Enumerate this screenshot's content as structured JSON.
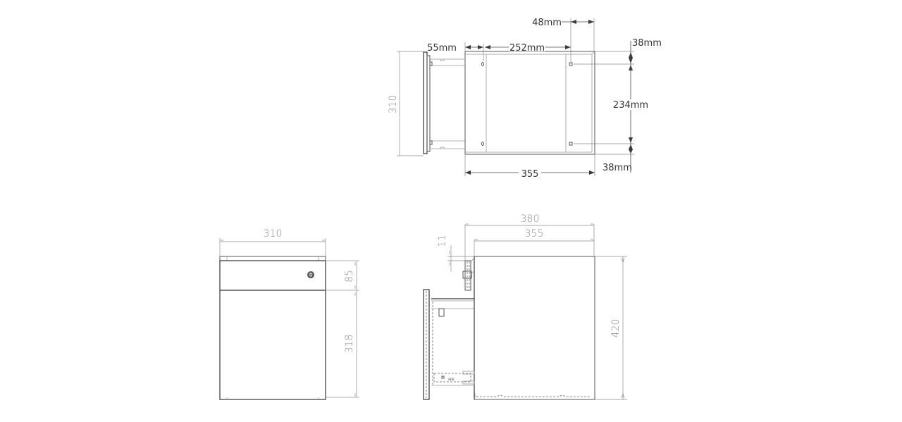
{
  "top_view": {
    "dims": {
      "width_310": "310",
      "front_55": "55mm",
      "span_252": "252mm",
      "rear_48": "48mm",
      "top_38": "38mm",
      "mid_234": "234mm",
      "bottom_38": "38mm",
      "depth_355": "355"
    }
  },
  "front_view": {
    "dims": {
      "width_310": "310",
      "drawer_85": "85",
      "door_318": "318"
    }
  },
  "side_view": {
    "dims": {
      "overall_380": "380",
      "carcass_355": "355",
      "offset_11": "11",
      "height_420": "420"
    }
  }
}
